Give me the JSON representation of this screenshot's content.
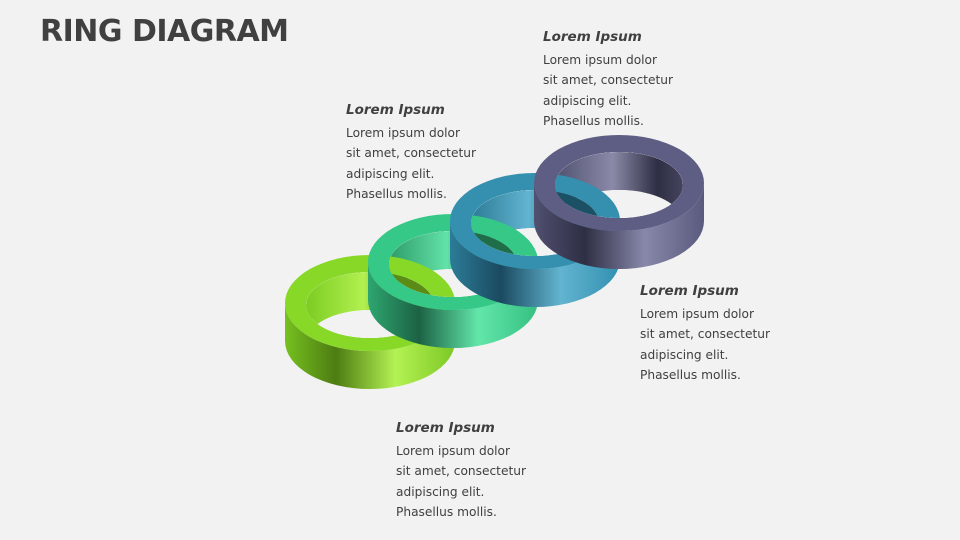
{
  "title": "RING DIAGRAM",
  "callouts": [
    {
      "heading": "Lorem Ipsum",
      "lines": [
        "Lorem ipsum dolor",
        "sit amet, consectetur",
        "adipiscing elit.",
        "Phasellus mollis."
      ]
    },
    {
      "heading": "Lorem Ipsum",
      "lines": [
        "Lorem ipsum dolor",
        "sit amet, consectetur",
        "adipiscing elit.",
        "Phasellus mollis."
      ]
    },
    {
      "heading": "Lorem Ipsum",
      "lines": [
        "Lorem ipsum dolor",
        "sit amet, consectetur",
        "adipiscing elit.",
        "Phasellus mollis."
      ]
    },
    {
      "heading": "Lorem Ipsum",
      "lines": [
        "Lorem ipsum dolor",
        "sit amet, consectetur",
        "adipiscing elit.",
        "Phasellus mollis."
      ]
    }
  ],
  "rings": [
    {
      "name": "lime",
      "color": "#8cdc2a"
    },
    {
      "name": "green",
      "color": "#38c88a"
    },
    {
      "name": "blue",
      "color": "#348caa"
    },
    {
      "name": "purple",
      "color": "#5c5c82"
    }
  ]
}
